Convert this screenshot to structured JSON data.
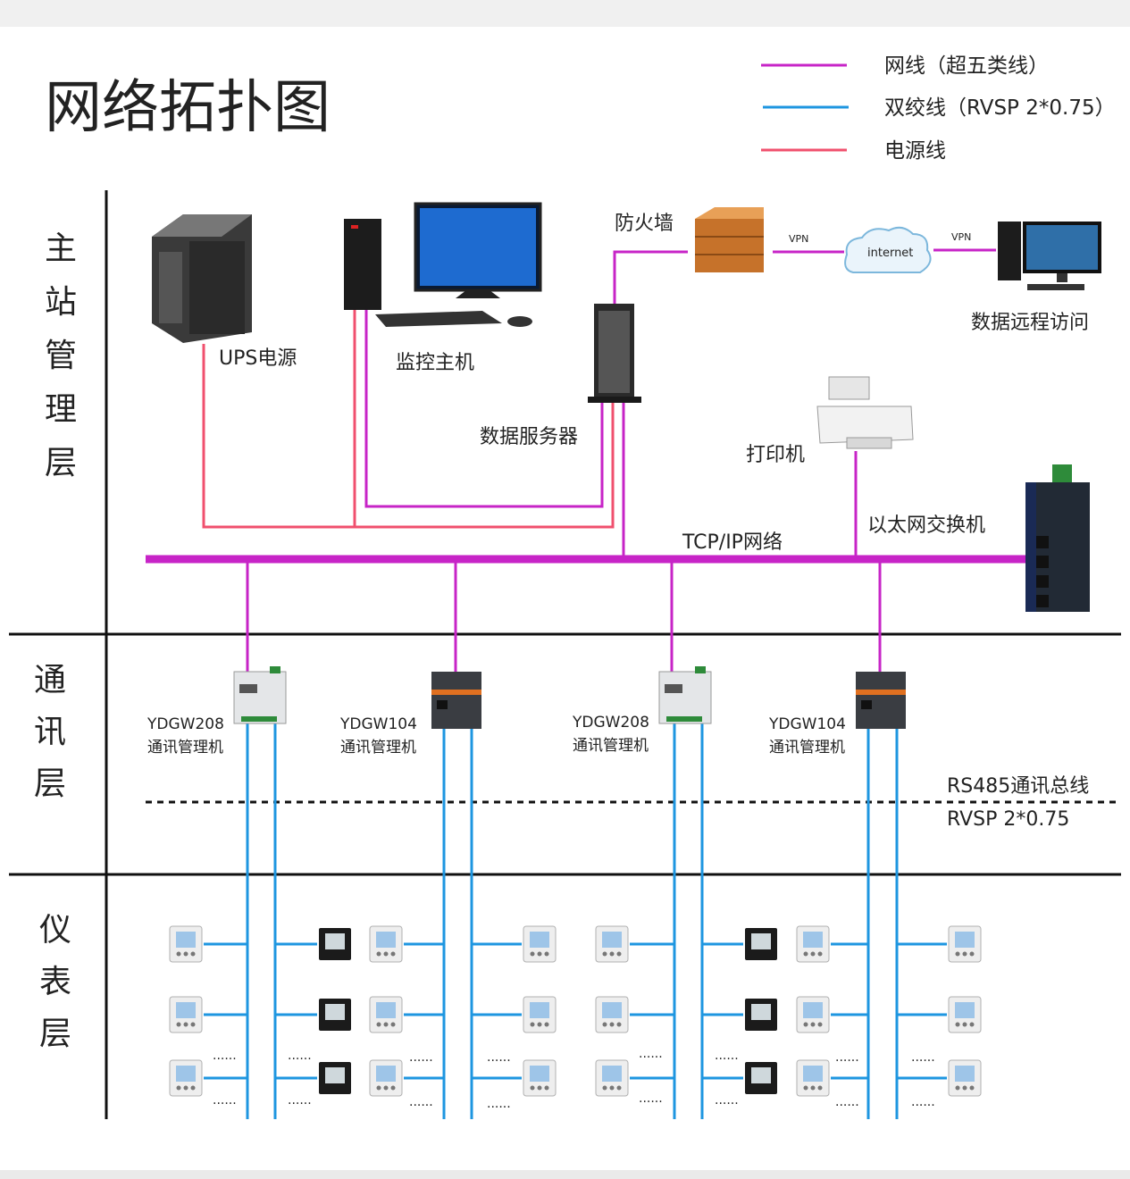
{
  "title": "网络拓扑图",
  "legend": [
    {
      "label": "网线（超五类线）",
      "color": "#c724c7"
    },
    {
      "label": "双绞线（RVSP 2*0.75）",
      "color": "#1e96e0"
    },
    {
      "label": "电源线",
      "color": "#f0506e"
    }
  ],
  "layers": {
    "station": "主站管理层",
    "comm": "通讯层",
    "meter": "仪表层"
  },
  "devices": {
    "ups": "UPS电源",
    "monitor_host": "监控主机",
    "data_server": "数据服务器",
    "firewall": "防火墙",
    "internet": "internet",
    "vpn_left": "VPN",
    "vpn_right": "VPN",
    "remote_access": "数据远程访问",
    "printer": "打印机",
    "switch": "以太网交换机",
    "tcpip": "TCP/IP网络"
  },
  "gateways": [
    {
      "model": "YDGW208",
      "desc": "通讯管理机"
    },
    {
      "model": "YDGW104",
      "desc": "通讯管理机"
    },
    {
      "model": "YDGW208",
      "desc": "通讯管理机"
    },
    {
      "model": "YDGW104",
      "desc": "通讯管理机"
    }
  ],
  "bus": {
    "name": "RS485通讯总线",
    "cable": "RVSP 2*0.75"
  },
  "ellipsis": "......",
  "colors": {
    "network": "#c724c7",
    "twisted": "#1e96e0",
    "power": "#f0506e"
  }
}
